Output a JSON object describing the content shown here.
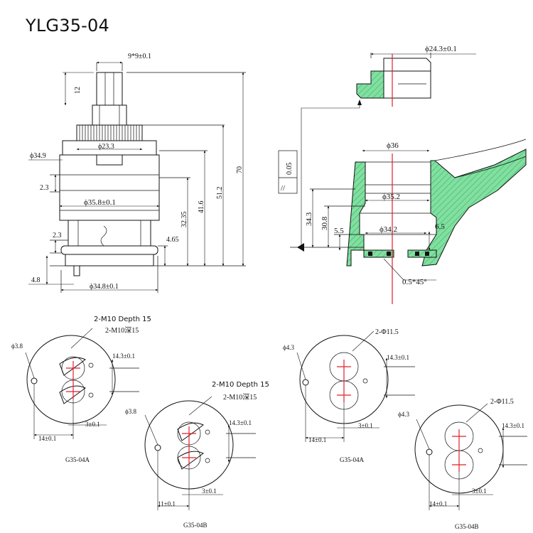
{
  "title": "YLG35-04",
  "side_view": {
    "spline": "9*9±0.1",
    "stem_len": "12",
    "cap_dia": "ϕ23.3",
    "top_dia": "ϕ34.9",
    "body_dia": "ϕ35.8±0.1",
    "base_dia": "ϕ34.8±0.1",
    "d_2_3a": "2.3",
    "d_2_3b": "2.3",
    "d_4_8": "4.8",
    "d_4_65": "4.65",
    "d_32_35": "32.35",
    "d_41_6": "41.6",
    "d_51_2": "51.2",
    "d_70": "70"
  },
  "section_view": {
    "top_dia": "ϕ24.3±0.1",
    "parallel": "//",
    "parallel_tol": "0.05",
    "bore_36": "ϕ36",
    "bore_35_2": "ϕ35.2",
    "bore_34_2": "ϕ34.2",
    "h_34_3": "34.3",
    "h_30_8": "30.8",
    "d_5_5": "5.5",
    "d_6_5": "6.5",
    "chamfer": "0.5*45°"
  },
  "bottom_views": [
    {
      "label": "G35-04A",
      "pin_dia": "ϕ3.8",
      "hole_en": "2-M10 Depth 15",
      "hole_cn": "2-M10深15",
      "d_14_3": "14.3±0.1",
      "d_3": "3±0.1",
      "d_offset": "14±0.1"
    },
    {
      "label": "G35-04B",
      "pin_dia": "ϕ3.8",
      "hole_en": "2-M10 Depth 15",
      "hole_cn": "2-M10深15",
      "d_14_3": "14.3±0.1",
      "d_3": "3±0.1",
      "d_offset": "11±0.1"
    },
    {
      "label": "G35-04A",
      "pin_dia": "ϕ4.3",
      "hole": "2-Φ11.5",
      "d_14_3": "14.3±0.1",
      "d_3": "3±0.1",
      "d_offset": "14±0.1"
    },
    {
      "label": "G35-04B",
      "pin_dia": "ϕ4.3",
      "hole": "2-Φ11.5",
      "d_14_3": "14.3±0.1",
      "d_3": "3±0.1",
      "d_offset": "14±0.1"
    }
  ],
  "colors": {
    "hatch": "#7fe0a0",
    "centerline": "#e0202a",
    "ink": "#111111"
  }
}
